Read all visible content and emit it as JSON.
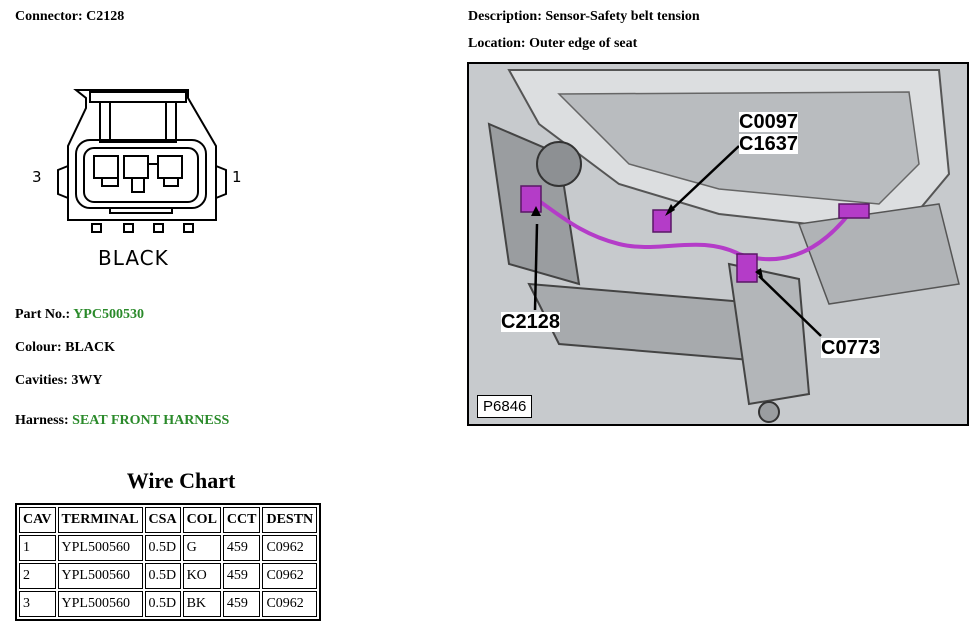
{
  "connector": {
    "label": "Connector:",
    "value": "C2128",
    "pin_left": "3",
    "pin_right": "1",
    "housing_colour_text": "BLACK"
  },
  "description": {
    "label": "Description:",
    "value": "Sensor-Safety belt tension"
  },
  "location": {
    "label": "Location:",
    "value": "Outer edge of seat"
  },
  "part_no": {
    "label": "Part No.:",
    "value": "YPC500530"
  },
  "colour": {
    "label": "Colour:",
    "value": "BLACK"
  },
  "cavities": {
    "label": "Cavities:",
    "value": "3WY"
  },
  "harness": {
    "label": "Harness:",
    "value": "SEAT FRONT HARNESS"
  },
  "wire_chart": {
    "title": "Wire Chart",
    "headers": [
      "CAV",
      "TERMINAL",
      "CSA",
      "COL",
      "CCT",
      "DESTN"
    ],
    "rows": [
      [
        "1",
        "YPL500560",
        "0.5D",
        "G",
        "459",
        "C0962"
      ],
      [
        "2",
        "YPL500560",
        "0.5D",
        "KO",
        "459",
        "C0962"
      ],
      [
        "3",
        "YPL500560",
        "0.5D",
        "BK",
        "459",
        "C0962"
      ]
    ]
  },
  "photo": {
    "callouts": {
      "top_a": "C0097",
      "top_b": "C1637",
      "left": "C2128",
      "right": "C0773"
    },
    "code": "P6846"
  },
  "colors": {
    "link_green": "#2a8a2a",
    "harness_magenta": "#b43cc8"
  }
}
